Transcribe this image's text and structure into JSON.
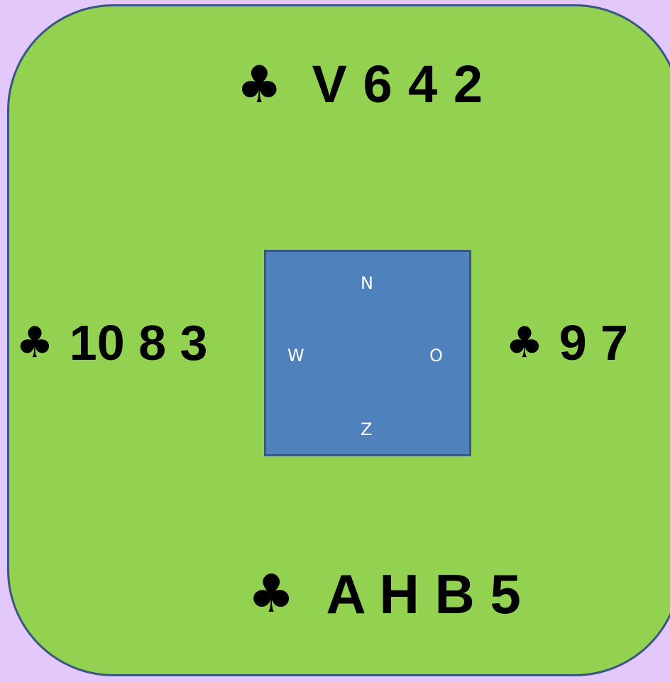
{
  "diagram": {
    "colors": {
      "background": "#e2c8fb",
      "table": "#93d150",
      "compass": "#4f81bd",
      "border": "#3a5683",
      "text": "#000000",
      "compass_text": "#ffffff"
    },
    "suit_symbol": "♣",
    "hands": {
      "north": {
        "suit": "♣",
        "cards": "V 6 4 2"
      },
      "west": {
        "suit": "♣",
        "cards": "10 8 3"
      },
      "east": {
        "suit": "♣",
        "cards": "9 7"
      },
      "south": {
        "suit": "♣",
        "cards": "A H B 5"
      }
    },
    "compass": {
      "north": "N",
      "west": "W",
      "east": "O",
      "south": "Z"
    }
  }
}
